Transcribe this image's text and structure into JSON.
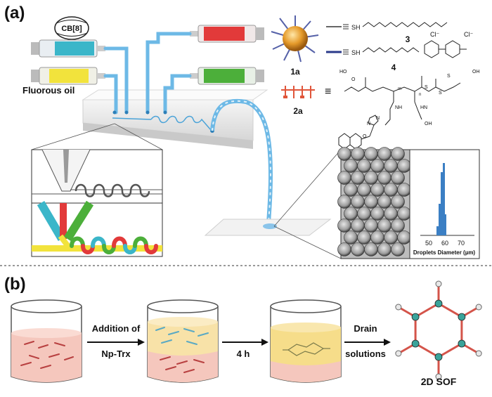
{
  "panel_a": {
    "label": "(a)",
    "cb_label": "CB[8]",
    "oil_label": "Fluorous oil",
    "np_label": "1a",
    "polymer_label": "2a",
    "compound3": {
      "number": "3",
      "sh": "SH"
    },
    "compound4": {
      "number": "4",
      "sh": "SH"
    },
    "counterion": "Cl⁻",
    "polymer_text": [
      "HO",
      "O",
      "m",
      "n",
      "S",
      "S",
      "S",
      "OH",
      "NH",
      "HN",
      "OH",
      "N",
      "N",
      "O"
    ],
    "hist": {
      "x_ticks": [
        "50",
        "60",
        "70"
      ],
      "x_label": "Droplets Diameter (µm)"
    }
  },
  "panel_b": {
    "label": "(b)",
    "step1": [
      "Addition of",
      "Np-Trx"
    ],
    "step2": "4 h",
    "step3": [
      "Drain",
      "solutions"
    ],
    "result": "2D SOF"
  },
  "colors": {
    "cyan": "#3bb6c9",
    "yellow": "#f2e33c",
    "red": "#e23a3a",
    "green": "#4caf3a",
    "tube": "#6db9e6",
    "pink": "#f2b8ae",
    "hist_bar": "#3b7fc4"
  }
}
